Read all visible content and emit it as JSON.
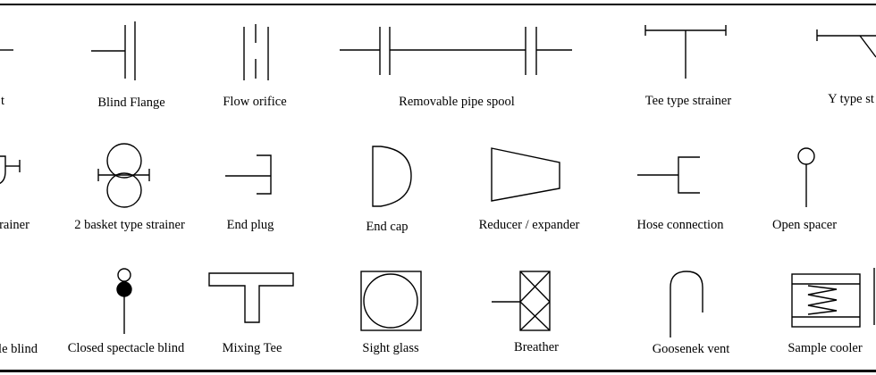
{
  "labels": {
    "r1_0": "t",
    "r1_1": "Blind Flange",
    "r1_2": "Flow orifice",
    "r1_3": "Removable pipe spool",
    "r1_4": "Tee type strainer",
    "r1_5": "Y type st",
    "r2_0": "rainer",
    "r2_1": "2 basket type strainer",
    "r2_2": "End plug",
    "r2_3": "End cap",
    "r2_4": "Reducer / expander",
    "r2_5": "Hose connection",
    "r2_6": "Open spacer",
    "r3_0": "le blind",
    "r3_1": "Closed spectacle blind",
    "r3_2": "Mixing  Tee",
    "r3_3": "Sight glass",
    "r3_4": "Breather",
    "r3_5": "Goosenek vent",
    "r3_6": "Sample cooler"
  },
  "symbols": [
    "butt-weld-symbol",
    "blind-flange-symbol",
    "flow-orifice-symbol",
    "removable-spool-symbol",
    "tee-strainer-symbol",
    "y-strainer-symbol",
    "basket-strainer-symbol",
    "two-basket-strainer-symbol",
    "end-plug-symbol",
    "end-cap-symbol",
    "reducer-symbol",
    "hose-connection-symbol",
    "open-spacer-symbol",
    "spectacle-blind-symbol",
    "closed-spectacle-blind-symbol",
    "mixing-tee-symbol",
    "sight-glass-symbol",
    "breather-symbol",
    "gooseneck-vent-symbol",
    "sample-cooler-symbol",
    "edge-symbol"
  ]
}
